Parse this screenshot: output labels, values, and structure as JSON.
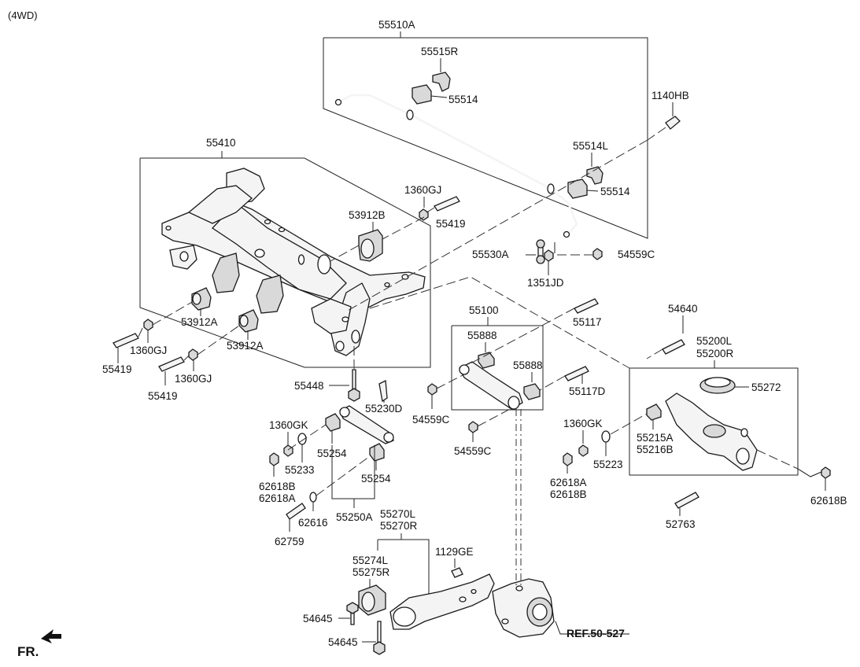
{
  "header": {
    "variant": "(4WD)"
  },
  "footer": {
    "front_label": "FR.",
    "ref_label": "REF.50-527"
  },
  "labels": {
    "p55510A": "55510A",
    "p55515R": "55515R",
    "p55514a": "55514",
    "p1140HB": "1140HB",
    "p55514L": "55514L",
    "p55514b": "55514",
    "p55410": "55410",
    "p1360GJa": "1360GJ",
    "p53912B": "53912B",
    "p55419a": "55419",
    "p55530A": "55530A",
    "p54559Ca": "54559C",
    "p1351JD": "1351JD",
    "p53912Aa": "53912A",
    "p53912Ab": "53912A",
    "p1360GJb": "1360GJ",
    "p55419b": "55419",
    "p1360GJc": "1360GJ",
    "p55419c": "55419",
    "p55100": "55100",
    "p55117": "55117",
    "p55888a": "55888",
    "p55888b": "55888",
    "p55117D": "55117D",
    "p54640": "54640",
    "p55200L": "55200L",
    "p55200R": "55200R",
    "p55272": "55272",
    "p55448": "55448",
    "p55230D": "55230D",
    "p54559Cb": "54559C",
    "p1360GKa": "1360GK",
    "p55254a": "55254",
    "p55233": "55233",
    "p54559Cc": "54559C",
    "p1360GKb": "1360GK",
    "p55215A": "55215A",
    "p55216B": "55216B",
    "p55223": "55223",
    "p62618Ba": "62618B",
    "p62618Aa": "62618A",
    "p55254b": "55254",
    "p62618Ab": "62618A",
    "p62618Bb": "62618B",
    "p62618Bc": "62618B",
    "p62616": "62616",
    "p55250A": "55250A",
    "p52763": "52763",
    "p55270L": "55270L",
    "p55270R": "55270R",
    "p62759": "62759",
    "p55274L": "55274L",
    "p55275R": "55275R",
    "p1129GE": "1129GE",
    "p54645a": "54645",
    "p54645b": "54645"
  }
}
